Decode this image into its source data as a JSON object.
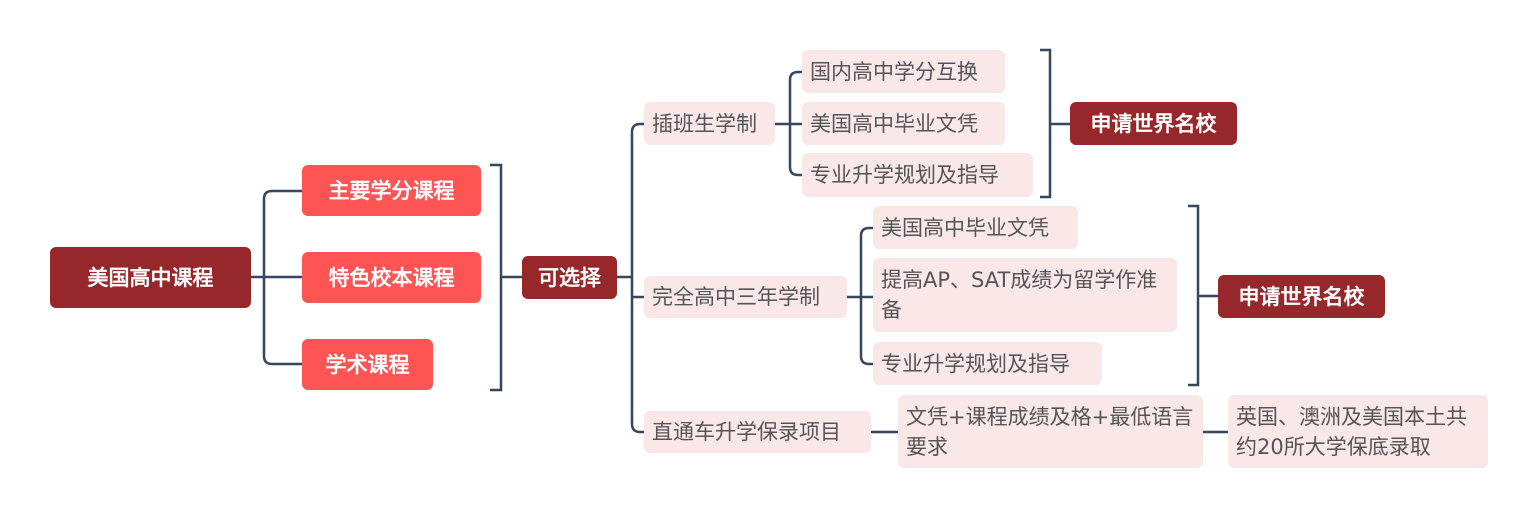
{
  "root": "美国高中课程",
  "courses": [
    "主要学分课程",
    "特色校本课程",
    "学术课程"
  ],
  "choice": "可选择",
  "paths": [
    {
      "label": "插班生学制",
      "items": [
        "国内高中学分互换",
        "美国高中毕业文凭",
        "专业升学规划及指导"
      ],
      "goal": "申请世界名校"
    },
    {
      "label": "完全高中三年学制",
      "items": [
        "美国高中毕业文凭",
        "提高AP、SAT成绩为留学作准备",
        "专业升学规划及指导"
      ],
      "goal": "申请世界名校"
    },
    {
      "label": "直通车升学保录项目",
      "items": [
        "文凭+课程成绩及格+最低语言要求"
      ],
      "goal": "英国、澳洲及美国本土共约20所大学保底录取"
    }
  ],
  "colors": {
    "dark_red": "#96282b",
    "red": "#fe5454",
    "light": "#fae8e8",
    "line": "#34475f"
  }
}
